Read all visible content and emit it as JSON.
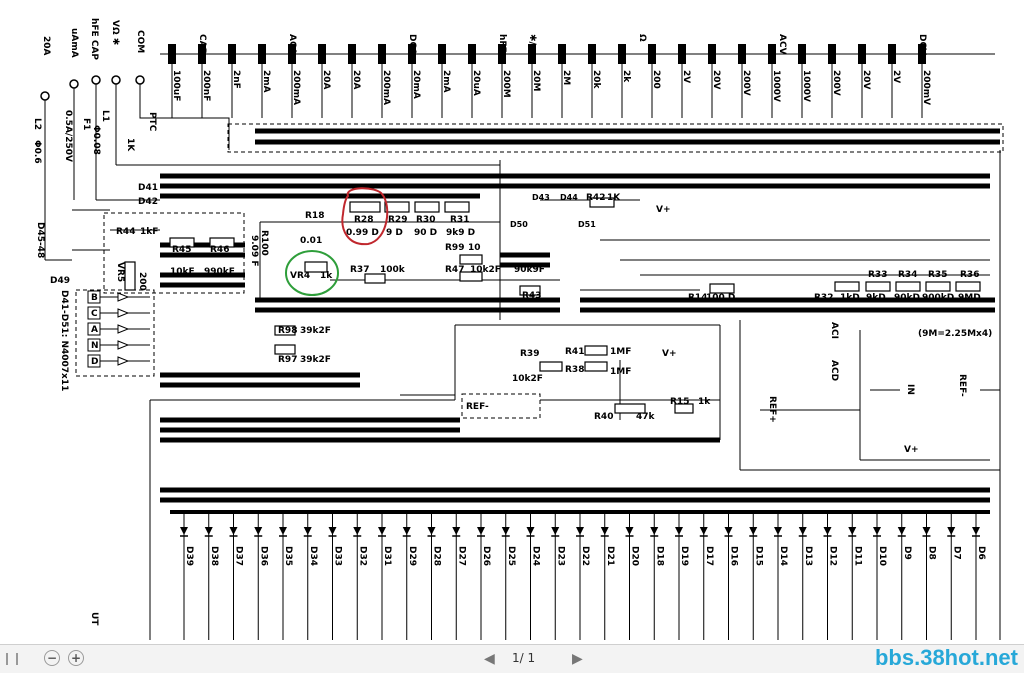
{
  "terminals": {
    "com": "COM",
    "vohm": "VΩ ✱",
    "hfe_cap": "hFE CAP",
    "ua_ma": "uAmA",
    "a20": "20A"
  },
  "range_switch": {
    "groups": [
      "CAP",
      "ACA",
      "DCA",
      "hFE",
      "✱∕",
      "Ω",
      "ACV",
      "DCV"
    ],
    "ranges": [
      "100uF",
      "200nF",
      "2nF",
      "2mA",
      "200mA",
      "20A",
      "20A",
      "200mA",
      "20mA",
      "2mA",
      "20uA",
      "200M",
      "20M",
      "2M",
      "20k",
      "2k",
      "200",
      "2V",
      "20V",
      "200V",
      "1000V",
      "1000V",
      "200V",
      "20V",
      "2V",
      "200mV"
    ]
  },
  "components": {
    "fuse1": "F1",
    "fuse1_rating": "0.5A/250V",
    "l1": "L1",
    "l1_val": "Φ0.08",
    "l2": "L2",
    "l2_val": "Φ0.6",
    "ptc": "PTC",
    "ptc_val": "1K",
    "d41": "D41",
    "d42": "D42",
    "d4548": "D45-48",
    "d49": "D49",
    "d_note": "D41-D51: N4007x11",
    "r44": "R44",
    "r44v": "1kF",
    "r45": "R45",
    "r45v": "10kF",
    "r46": "R46",
    "r46v": "990kF",
    "vr5": "VR5",
    "vr5v": "200",
    "r18": "R18",
    "r18v": "0.01",
    "r100": "R100",
    "r100v": "9.09 F",
    "r28": "R28",
    "r28v": "0.99 D",
    "r29": "R29",
    "r29v": "9 D",
    "r30": "R30",
    "r30v": "90 D",
    "r31": "R31",
    "r31v": "9k9 D",
    "vr4": "VR4",
    "vr4v": "1k",
    "r37": "R37",
    "r37v": "100k",
    "r99": "R99",
    "r99v": "10",
    "r47": "R47",
    "r47v": "10k2F",
    "r43": "R43",
    "r43v": "90k9F",
    "d43": "D43",
    "d44": "D44",
    "d50": "D50",
    "d51": "D51",
    "r42": "R42",
    "r42v": "1K",
    "vplus": "V+",
    "r14": "R14",
    "r14v": "100 D",
    "r32": "R32",
    "r32v": "1kD",
    "r33": "R33",
    "r33v": "9kD",
    "r34": "R34",
    "r34v": "90kD",
    "r35": "R35",
    "r35v": "900kD",
    "r36": "R36",
    "r36v": "9MD",
    "note_9m": "(9M=2.25Mx4)",
    "r98": "R98",
    "r98v": "39k2F",
    "r97": "R97",
    "r97v": "39k2F",
    "r39": "R39",
    "r39v": "10k2F",
    "r41": "R41",
    "r41v": "1MF",
    "r38": "R38",
    "r38v": "1MF",
    "aci": "ACI",
    "acd": "ACD",
    "in": "IN",
    "ref_minus": "REF-",
    "ref_plus": "REF+",
    "r40": "R40",
    "r40v": "47k",
    "r15": "R15",
    "r15v": "1k",
    "ut": "UT"
  },
  "diodes": [
    "D39",
    "D38",
    "D37",
    "D36",
    "D35",
    "D34",
    "D33",
    "D32",
    "D31",
    "D29",
    "D28",
    "D27",
    "D26",
    "D25",
    "D24",
    "D23",
    "D22",
    "D21",
    "D20",
    "D18",
    "D19",
    "D17",
    "D16",
    "D15",
    "D14",
    "D13",
    "D12",
    "D11",
    "D10",
    "D9",
    "D8",
    "D7",
    "D6"
  ],
  "connector_pins": [
    "B",
    "C",
    "A",
    "N",
    "D"
  ],
  "viewer": {
    "page": "1/ 1",
    "watermark": "bbs.38hot.net",
    "zoom_out": "−",
    "zoom_in": "+"
  },
  "highlight_colors": {
    "red": "#c0272d",
    "green": "#2e9e3a"
  }
}
